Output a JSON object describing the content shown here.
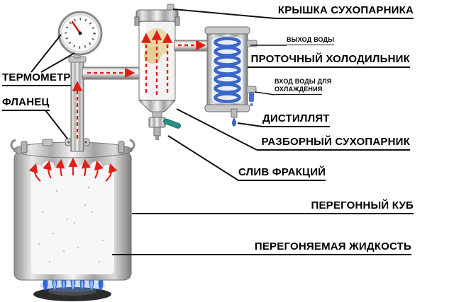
{
  "diagram": {
    "labels": {
      "thermometer": "ТЕРМОМЕТР",
      "flange": "ФЛАНЕЦ",
      "steamer_lid": "КРЫШКА СУХОПАРНИКА",
      "water_outlet": "ВЫХОД ВОДЫ",
      "cooler": "ПРОТОЧНЫЙ ХОЛОДИЛЬНИК",
      "water_inlet_line1": "ВХОД ВОДЫ ДЛЯ",
      "water_inlet_line2": "ОХЛАЖДЕНИЯ",
      "distillate": "ДИСТИЛЛЯТ",
      "steamer": "РАЗБОРНЫЙ СУХОПАРНИК",
      "fraction_drain": "СЛИВ ФРАКЦИЙ",
      "still_pot": "ПЕРЕГОННЫЙ КУБ",
      "distilled_liquid": "ПЕРЕГОНЯЕМАЯ ЖИДКОСТЬ"
    },
    "colors": {
      "label_text": "#000000",
      "leader_line": "#111111",
      "vapor_arrow_red": "#e02018",
      "coil_blue": "#3c67c8",
      "flame_blue": "#2a5fd4",
      "valve_handle_teal": "#2e8f86",
      "steel_light": "#f2f2f2",
      "steel_dark": "#7d7d7d"
    }
  }
}
